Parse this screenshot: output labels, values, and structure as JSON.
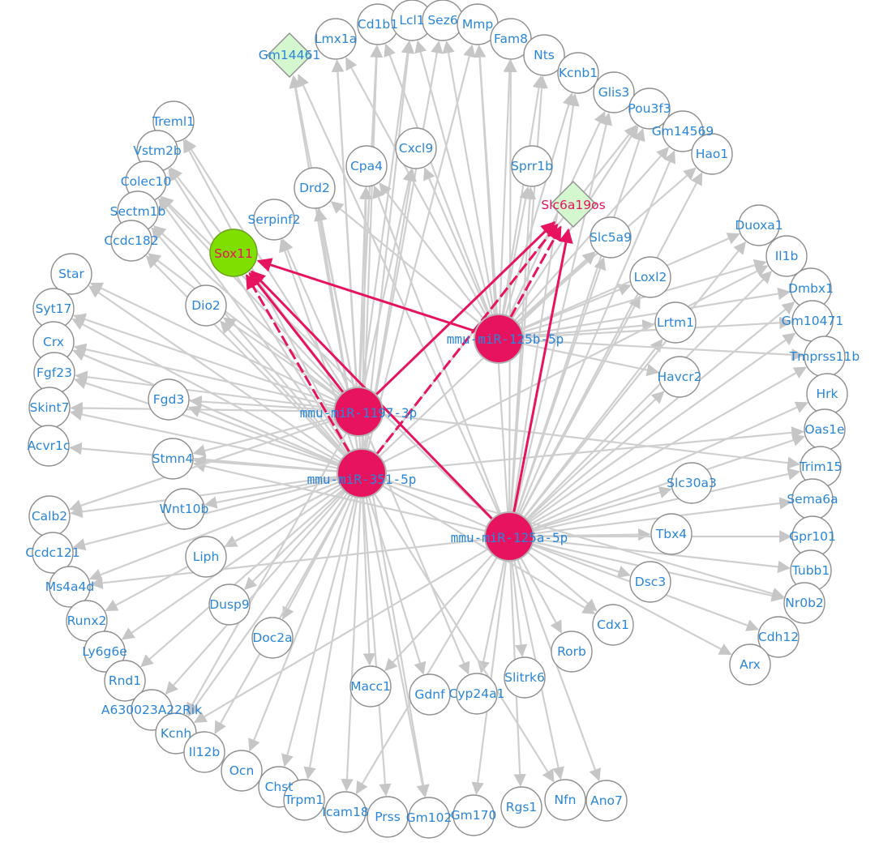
{
  "colors": {
    "background": "#ffffff",
    "node_fill": "#ffffff",
    "node_stroke": "#8f8f8f",
    "gene_label": "#2a86d9",
    "mirna_fill": "#e8135f",
    "mirna_stroke": "#b4b4b4",
    "mirna_label": "#2a86d9",
    "lncrna_fill": "#d5f7d0",
    "lncrna_stroke": "#8f8f8f",
    "sox11_fill": "#7fe000",
    "highlight_label": "#e8135f",
    "edge": "#cfcfcf",
    "edge_highlight": "#e8135f"
  },
  "mirnas": [
    {
      "id": "m125b",
      "label": "mmu-miR-125b-5p"
    },
    {
      "id": "m1197",
      "label": "mmu-miR-1197-3p"
    },
    {
      "id": "m351",
      "label": "mmu-miR-351-5p"
    },
    {
      "id": "m125a",
      "label": "mmu-miR-125a-5p"
    }
  ],
  "highlighted_targets": [
    {
      "id": "sox11",
      "label": "Sox11",
      "shape": "circle"
    },
    {
      "id": "slc6a19os",
      "label": "Slc6a19os",
      "shape": "diamond"
    }
  ],
  "genes": [
    "Gm14461",
    "Lmx1a",
    "Cd1b1",
    "Lcl1",
    "Sez6",
    "Mmp",
    "Fam8",
    "Nts",
    "Kcnb1",
    "Glis3",
    "Pou3f3",
    "Gm14569",
    "Hao1",
    "Treml1",
    "Vstm2b",
    "Colec10",
    "Sectm1b",
    "Ccdc182",
    "Star",
    "Syt17",
    "Crx",
    "Fgf23",
    "Skint7",
    "Acvr1c",
    "Drd2",
    "Cpa4",
    "Cxcl9",
    "Sprr1b",
    "Serpinf2",
    "Dio2",
    "Slc5a9",
    "Loxl2",
    "Lrtm1",
    "Havcr2",
    "Fgd3",
    "Stmn4",
    "Wnt10b",
    "Liph",
    "Dusp9",
    "Doc2a",
    "Macc1",
    "Gdnf",
    "Cyp24a1",
    "Slitrk6",
    "Rorb",
    "Cdx1",
    "Dsc3",
    "Tbx4",
    "Slc30a3",
    "Duoxa1",
    "Il1b",
    "Dmbx1",
    "Gm10471",
    "Tmprss11b",
    "Hrk",
    "Oas1e",
    "Trim15",
    "Sema6a",
    "Gpr101",
    "Tubb1",
    "Nr0b2",
    "Cdh12",
    "Arx",
    "Calb2",
    "Ccdc121",
    "Ms4a4d",
    "Runx2",
    "Ly6g6e",
    "Rnd1",
    "A630023A22Rik",
    "Kcnh",
    "Il12b",
    "Ocn",
    "Chst",
    "Trpm1",
    "Icam18",
    "Prss",
    "Gm102",
    "Gm170",
    "Rgs1",
    "Nfn",
    "Ano7"
  ],
  "edges_highlight": [
    {
      "from": "m125b",
      "to": "sox11",
      "style": "solid"
    },
    {
      "from": "m1197",
      "to": "sox11",
      "style": "solid"
    },
    {
      "from": "m351",
      "to": "sox11",
      "style": "dashed"
    },
    {
      "from": "m125a",
      "to": "sox11",
      "style": "solid"
    },
    {
      "from": "m125b",
      "to": "slc6a19os",
      "style": "dashed"
    },
    {
      "from": "m1197",
      "to": "slc6a19os",
      "style": "solid"
    },
    {
      "from": "m351",
      "to": "slc6a19os",
      "style": "dashed"
    },
    {
      "from": "m125a",
      "to": "slc6a19os",
      "style": "solid"
    }
  ]
}
